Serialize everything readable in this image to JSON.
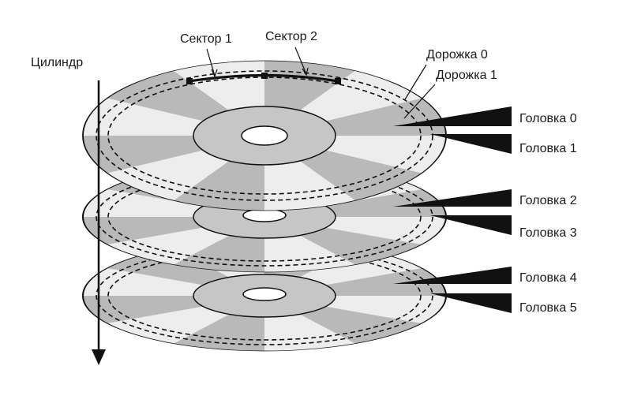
{
  "labels": {
    "cylinder": "Цилиндр",
    "sector1": "Сектор 1",
    "sector2": "Сектор 2",
    "track0": "Дорожка 0",
    "track1": "Дорожка 1",
    "heads": [
      "Головка 0",
      "Головка 1",
      "Головка 2",
      "Головка 3",
      "Головка 4",
      "Головка 5"
    ]
  },
  "colors": {
    "sector_light": "#ededed",
    "sector_dark": "#b9b9b9",
    "hub": "#c6c6c6",
    "line": "#111111",
    "head": "#111111"
  }
}
